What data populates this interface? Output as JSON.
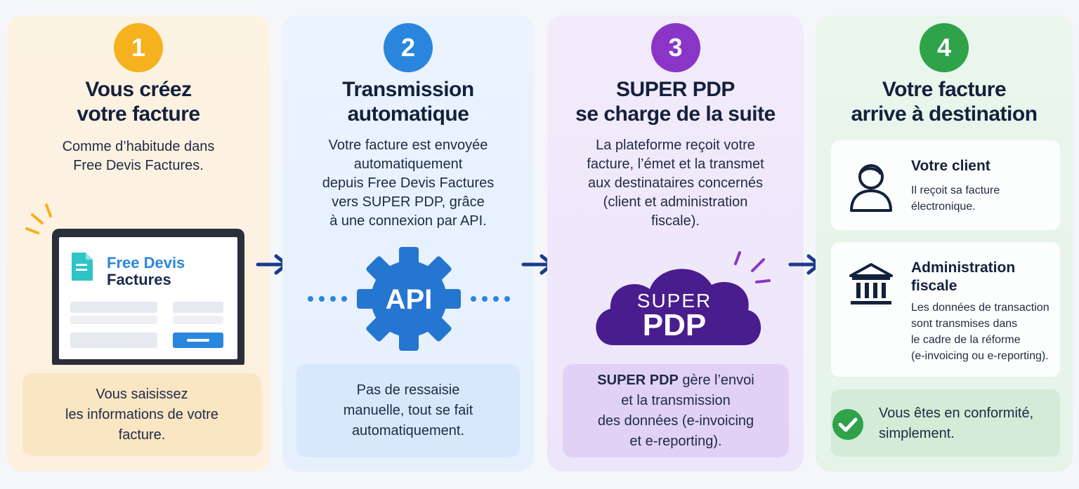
{
  "steps": [
    {
      "number": "1",
      "title": [
        "Vous créez",
        "votre facture"
      ],
      "description": [
        "Comme d’habitude dans",
        "Free Devis Factures."
      ],
      "logo": [
        "Free Devis",
        "Factures"
      ],
      "note": [
        "Vous saisissez",
        "les informations de votre",
        "facture."
      ]
    },
    {
      "number": "2",
      "title": [
        "Transmission",
        "automatique"
      ],
      "description": [
        "Votre facture est envoyée",
        "automatiquement",
        "depuis Free Devis Factures",
        "vers SUPER PDP, grâce",
        "à une connexion par API."
      ],
      "gear_label": "API",
      "note": [
        "Pas de ressaisie",
        "manuelle, tout se fait",
        "automatiquement."
      ]
    },
    {
      "number": "3",
      "title": [
        "SUPER PDP",
        "se charge de la suite"
      ],
      "description": [
        "La plateforme reçoit votre",
        "facture, l’émet et la transmet",
        "aux destinataires concernés",
        "(client et administration",
        "fiscale)."
      ],
      "cloud_label": [
        "SUPER",
        "PDP"
      ],
      "note": {
        "strong": "SUPER PDP",
        "lines": [
          " gère l’envoi",
          "et la transmission",
          "des données (e-invoicing",
          "et e-reporting)."
        ]
      }
    },
    {
      "number": "4",
      "title": [
        "Votre facture",
        "arrive à destination"
      ],
      "client": {
        "title": "Votre client",
        "text": [
          "Il reçoit sa facture",
          "électronique."
        ]
      },
      "admin": {
        "title": [
          "Administration",
          "fiscale"
        ],
        "text": [
          "Les données de transaction",
          "sont transmises dans",
          "le cadre de la réforme",
          "(e-invoicing ou e-reporting)."
        ]
      },
      "conformity": [
        "Vous êtes en conformité,",
        "simplement."
      ]
    }
  ],
  "colors": {
    "step1": "#f5b21e",
    "step2": "#2a86dc",
    "step3": "#8a35c8",
    "step4": "#2fa24a",
    "arrow": "#1a3a8c",
    "cloud": "#4a1d8f"
  },
  "icons": [
    "laptop-icon",
    "gear-icon",
    "cloud-icon",
    "person-icon",
    "bank-icon",
    "check-icon",
    "arrow-right-icon",
    "document-icon"
  ]
}
